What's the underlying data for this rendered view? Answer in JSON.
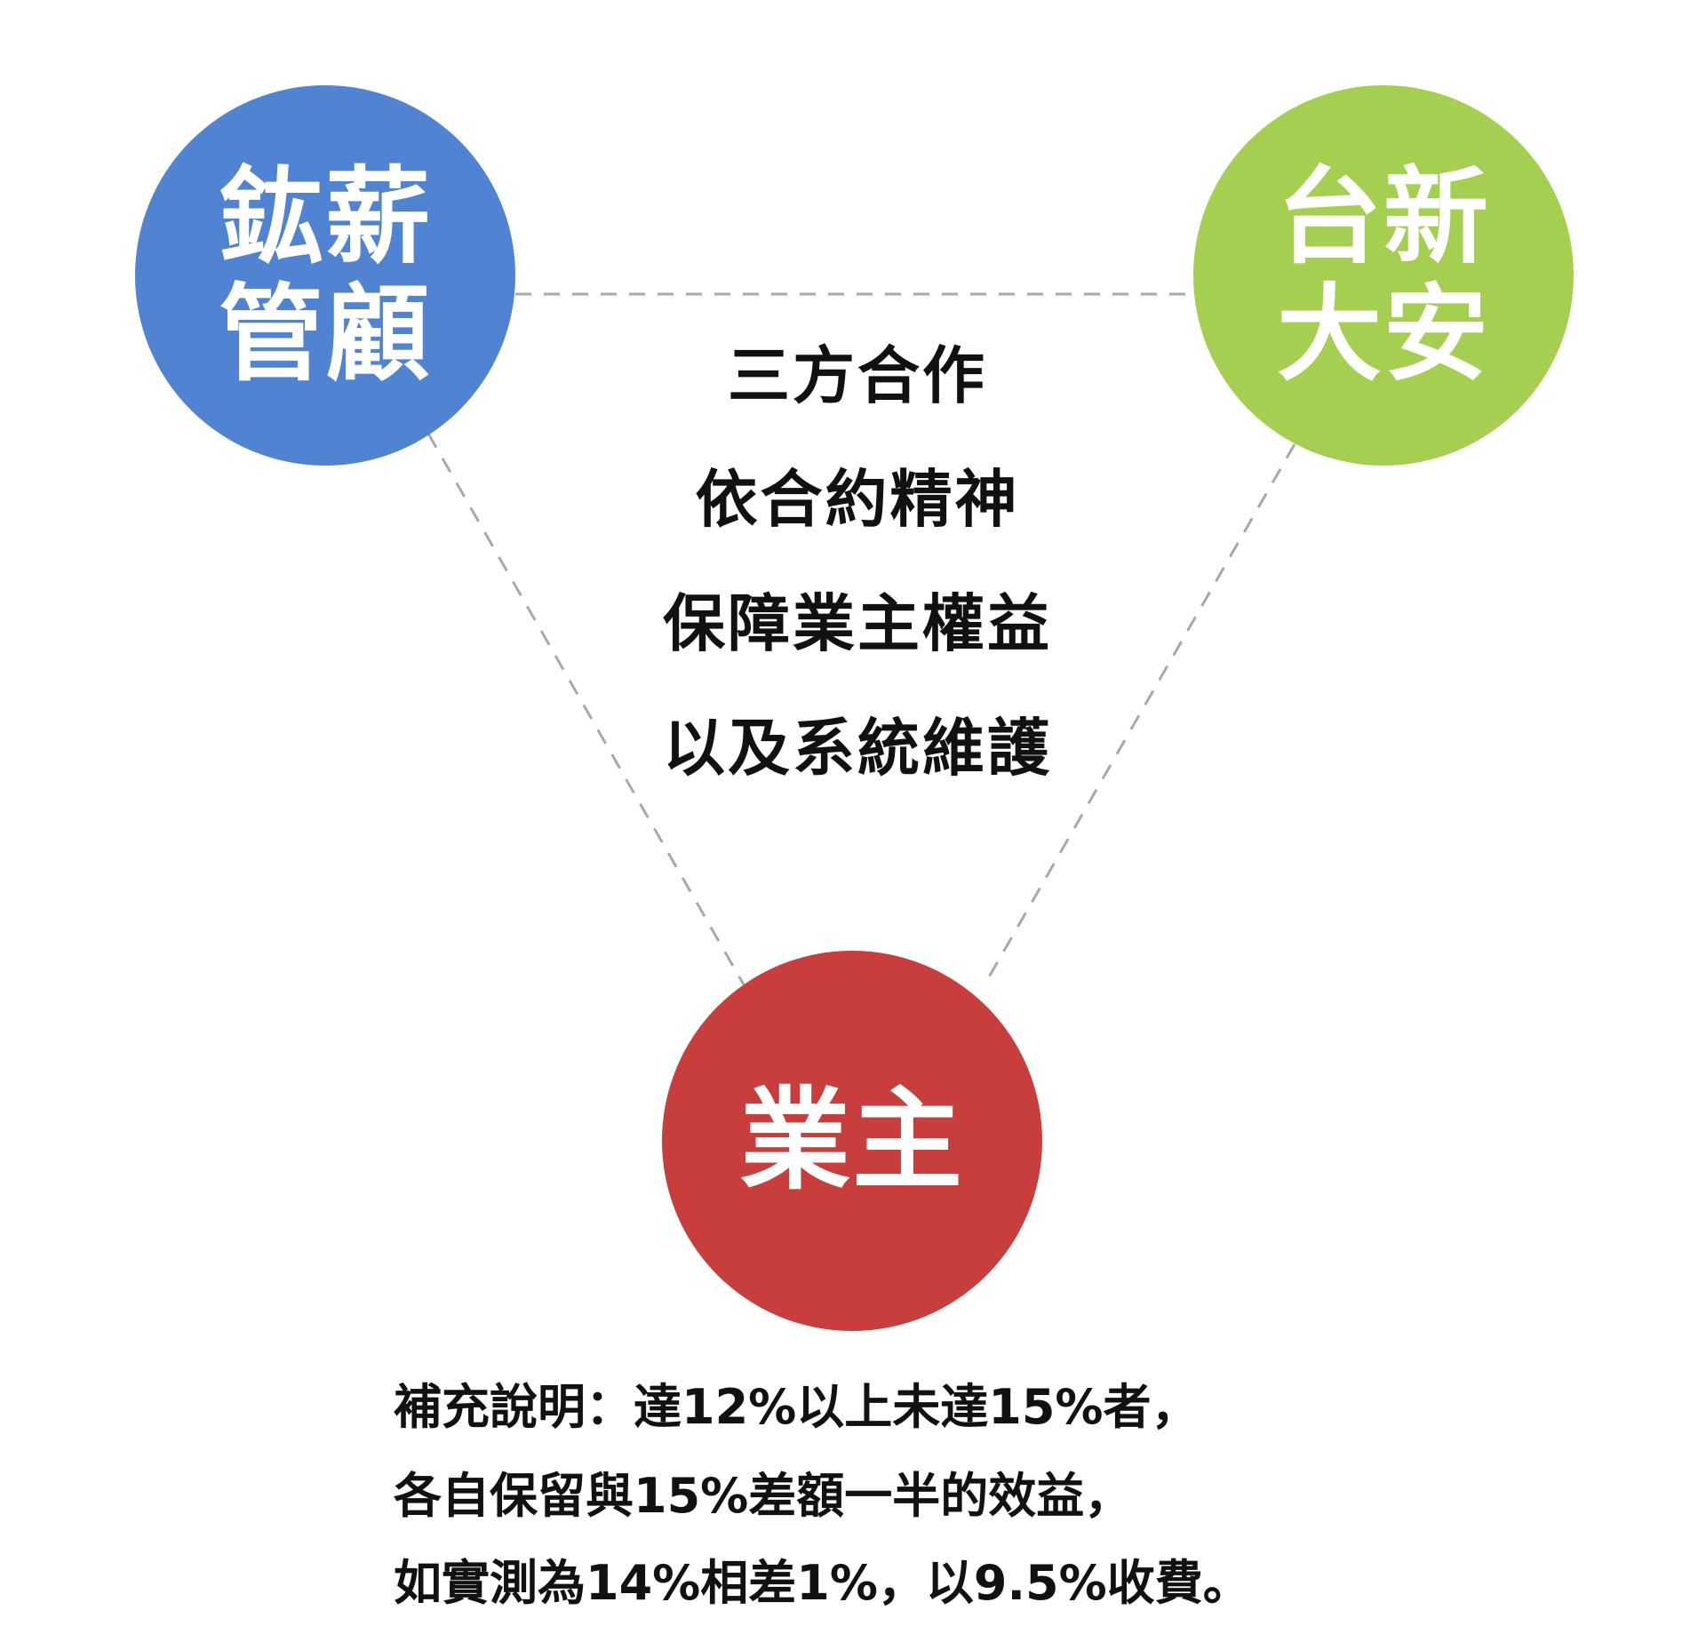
{
  "colors": {
    "node_left": "#5083d1",
    "node_right": "#a5cf51",
    "node_bottom": "#c73e3c",
    "node_text": "#ffffff",
    "connector": "#a9a9a9",
    "body_text": "#111111"
  },
  "nodes": {
    "left": {
      "line1": "鈜薪",
      "line2": "管顧"
    },
    "right": {
      "line1": "台新",
      "line2": "大安"
    },
    "bottom": {
      "label": "業主"
    }
  },
  "center": {
    "lines": [
      "三方合作",
      "依合約精神",
      "保障業主權益",
      "以及系統維護"
    ]
  },
  "note": {
    "lines": [
      "補充說明：達12%以上未達15%者，",
      "各自保留與15%差額一半的效益，",
      "如實測為14%相差1%，以9.5%收費。"
    ]
  }
}
